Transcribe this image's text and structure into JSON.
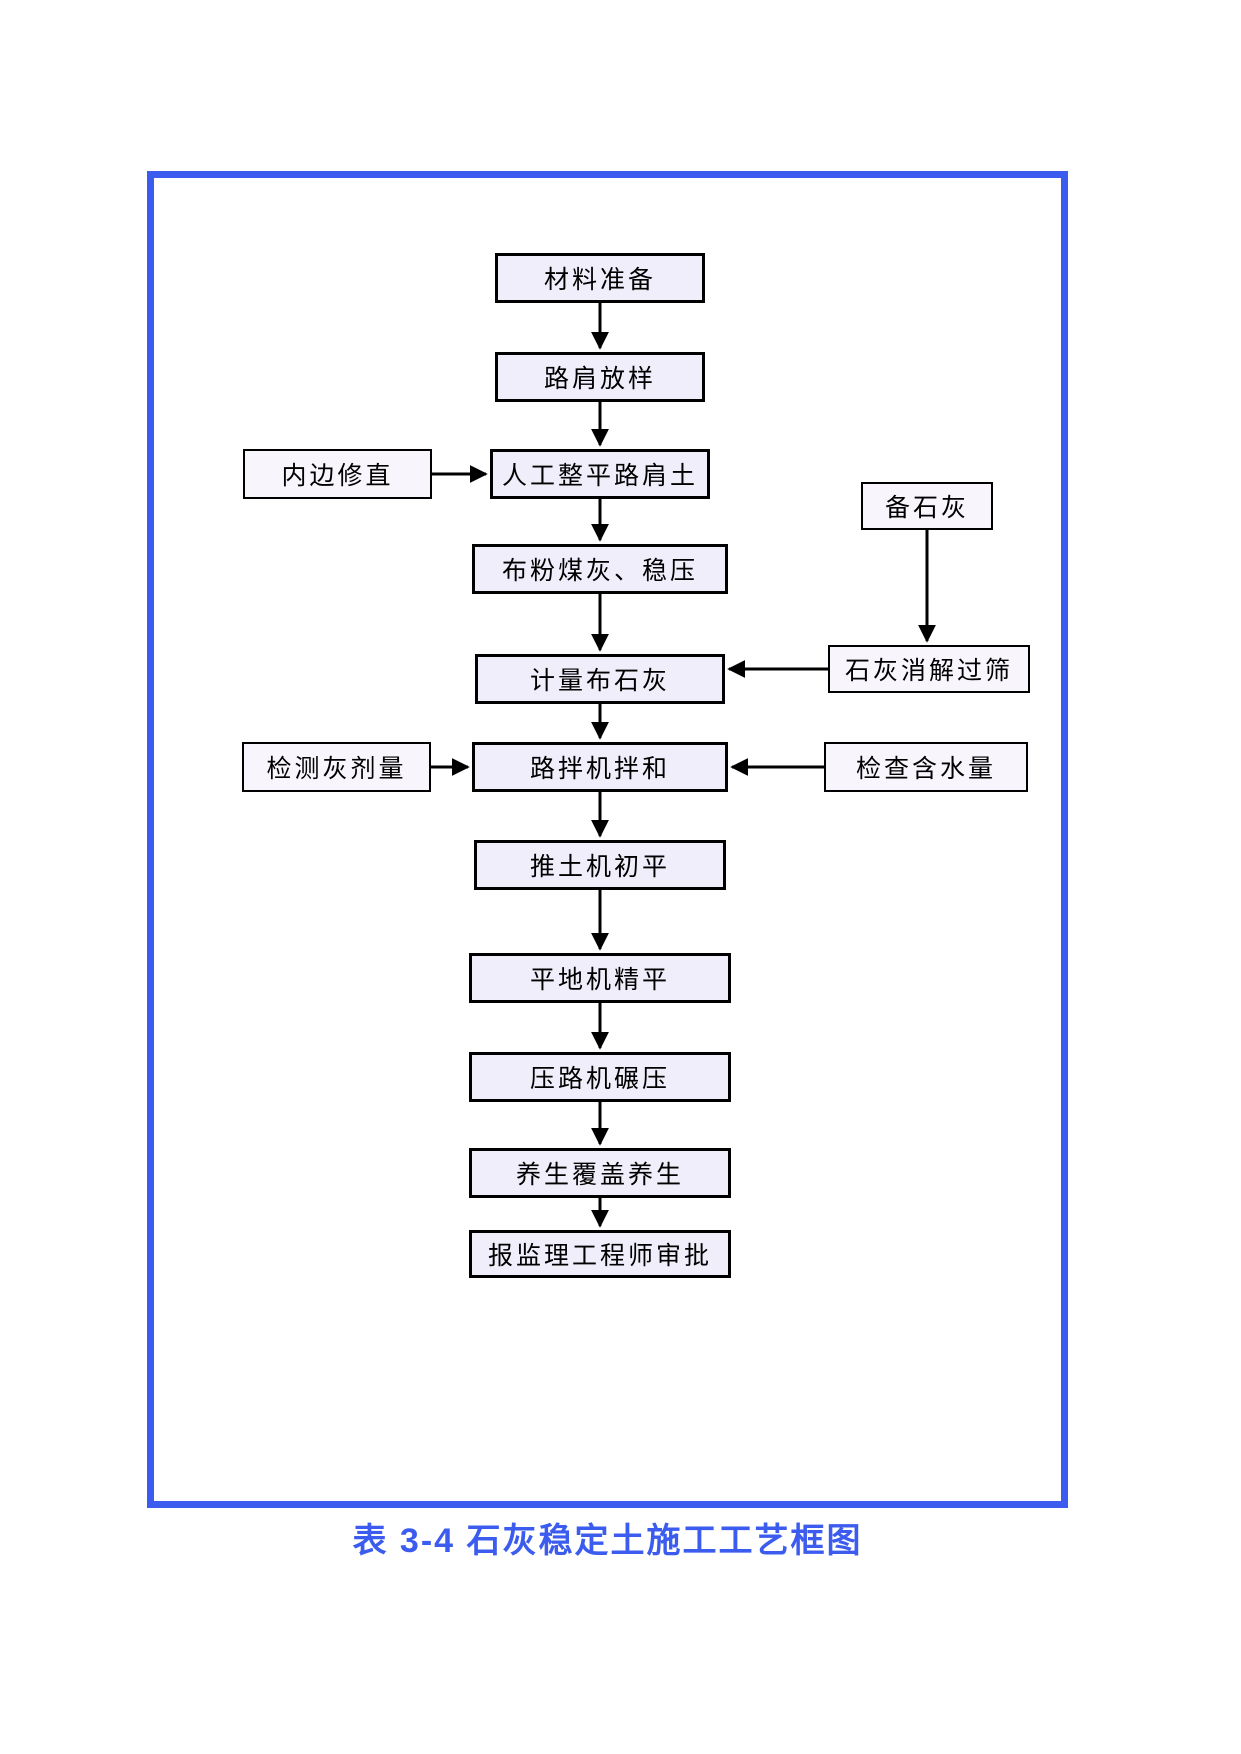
{
  "figure": {
    "caption": "表 3-4 石灰稳定土施工工艺框图",
    "frame_color": "#3b5cee",
    "caption_color": "#3b5cee",
    "box_fill_main": "#efeefa",
    "box_fill_side": "#f8f5fc",
    "box_border_color": "#000000",
    "arrow_color": "#000000"
  },
  "nodes": {
    "material_prep": "材料准备",
    "shoulder_layout": "路肩放样",
    "manual_leveling": "人工整平路肩土",
    "spread_flyash": "布粉煤灰、稳压",
    "measured_lime_spreading": "计量布石灰",
    "road_mixer_mixing": "路拌机拌和",
    "bulldozer_rough_leveling": "推土机初平",
    "grader_fine_leveling": "平地机精平",
    "roller_compaction": "压路机碾压",
    "curing_cover": "养生覆盖养生",
    "supervisor_approval": "报监理工程师审批",
    "inner_edge_trim": "内边修直",
    "lime_prepare": "备石灰",
    "lime_slaking_sieving": "石灰消解过筛",
    "check_lime_dosage": "检测灰剂量",
    "check_water_content": "检查含水量"
  }
}
